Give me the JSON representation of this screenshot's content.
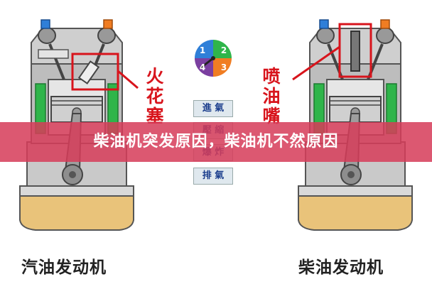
{
  "banner": {
    "title": "柴油机突发原因，柴油机不然原因"
  },
  "left_engine": {
    "label": "汽油发动机",
    "callout": [
      "火",
      "花",
      "塞"
    ]
  },
  "right_engine": {
    "label": "柴油发动机",
    "callout": [
      "喷",
      "油",
      "嘴"
    ]
  },
  "strokes": [
    "進 氣",
    "壓 縮",
    "爆 炸",
    "排 氣"
  ],
  "dial": {
    "numbers": [
      "1",
      "2",
      "3",
      "4"
    ]
  },
  "colors": {
    "callout_red": "#d8141c",
    "banner": "#d63c5a",
    "green": "#2fb54a",
    "oil": "#e9c37a"
  }
}
